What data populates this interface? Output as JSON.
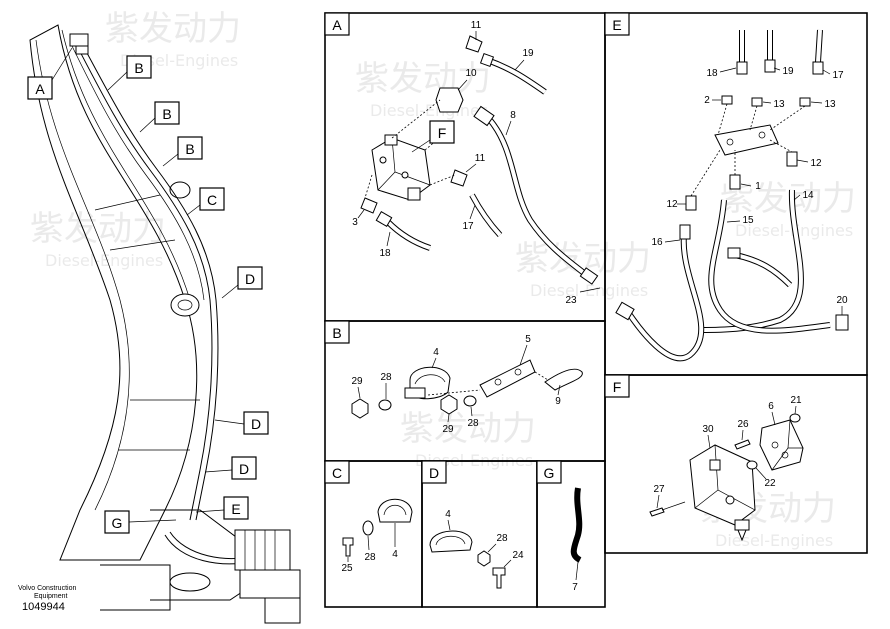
{
  "overview_callouts": [
    "A",
    "B",
    "B",
    "B",
    "C",
    "D",
    "D",
    "D",
    "E",
    "G"
  ],
  "panels": {
    "A": {
      "title": "A",
      "inner_callout": "F",
      "numbers": [
        "11",
        "19",
        "10",
        "8",
        "11",
        "3",
        "17",
        "18",
        "23"
      ]
    },
    "B": {
      "title": "B",
      "numbers": [
        "5",
        "4",
        "29",
        "28",
        "9",
        "29",
        "28"
      ]
    },
    "C": {
      "title": "C",
      "numbers": [
        "25",
        "28",
        "4"
      ]
    },
    "D": {
      "title": "D",
      "numbers": [
        "4",
        "28",
        "24"
      ]
    },
    "E": {
      "title": "E",
      "numbers": [
        "18",
        "19",
        "17",
        "2",
        "13",
        "13",
        "12",
        "1",
        "12",
        "14",
        "15",
        "16",
        "20"
      ]
    },
    "F": {
      "title": "F",
      "numbers": [
        "30",
        "26",
        "6",
        "21",
        "27",
        "22"
      ]
    },
    "G": {
      "title": "G",
      "numbers": [
        "7"
      ]
    }
  },
  "watermark": {
    "text_cn": "紫发动力",
    "text_en": "Diesel-Engines"
  },
  "footer": {
    "company": "Volvo Construction",
    "subtitle": "Equipment",
    "doc_number": "1049944"
  }
}
